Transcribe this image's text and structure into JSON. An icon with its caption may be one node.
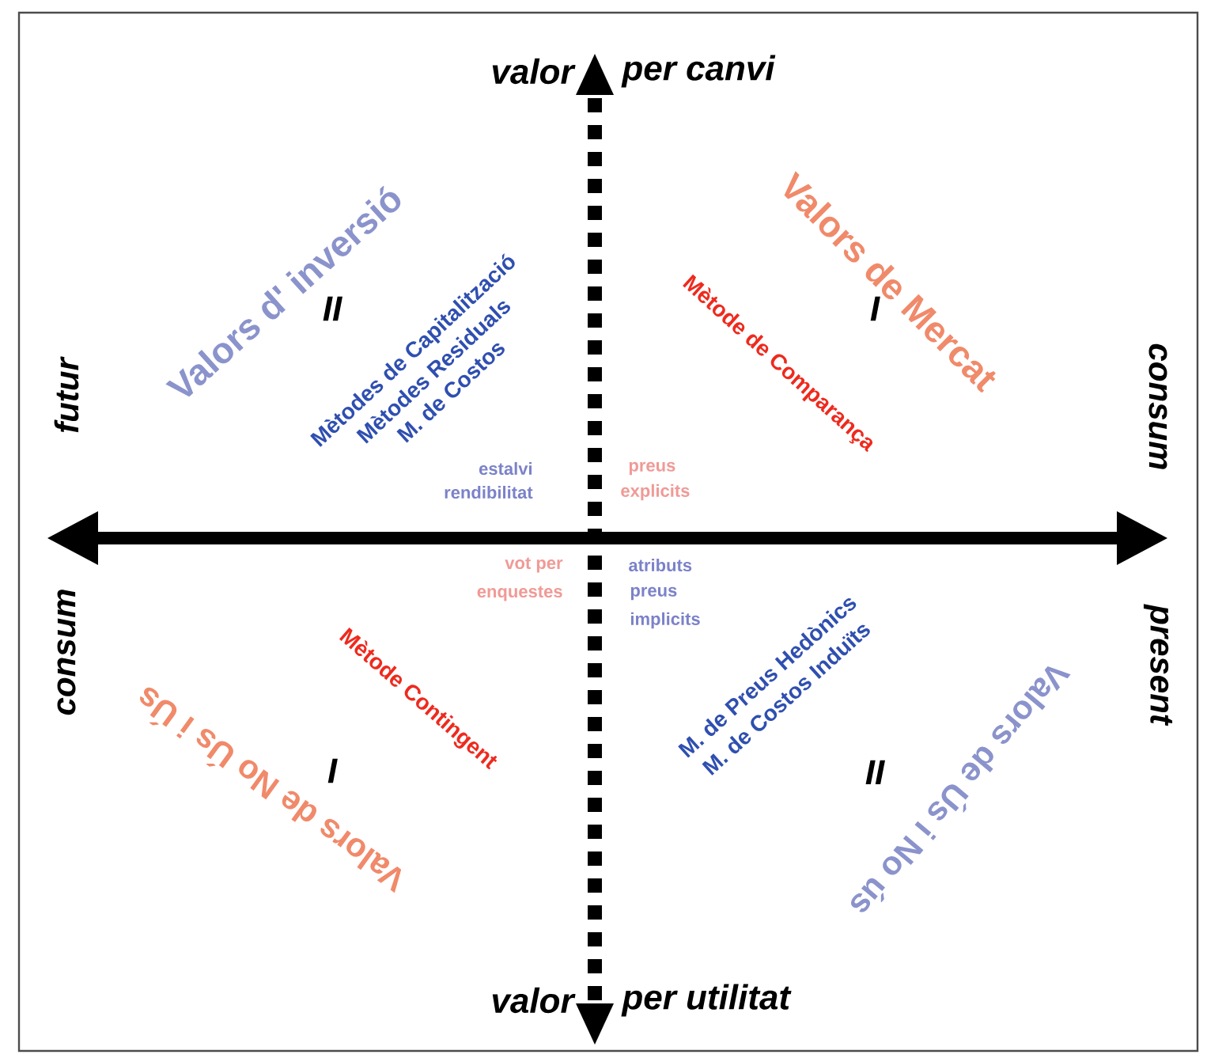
{
  "diagram": {
    "labels": [
      "valor",
      "per canvi",
      "Valors d' inversió",
      "Valors de Mercat",
      "II",
      "I",
      "Mètodes de Capitalització",
      "Mètodes Residuals",
      "M. de Costos",
      "Mètode de Comparança",
      "futur",
      "consum",
      "estalvi",
      "rendibilitat",
      "preus",
      "explicits",
      "consum",
      "present",
      "vot per",
      "enquestes",
      "atributs",
      "preus",
      "implicits",
      "Mètode Contingent",
      "M. de Preus Hedònics",
      "M. de Costos Induïts",
      "Valors de No Ús i Ús",
      "I",
      "II",
      "Valors de Ús i No ús",
      "valor",
      "per utilitat"
    ]
  }
}
